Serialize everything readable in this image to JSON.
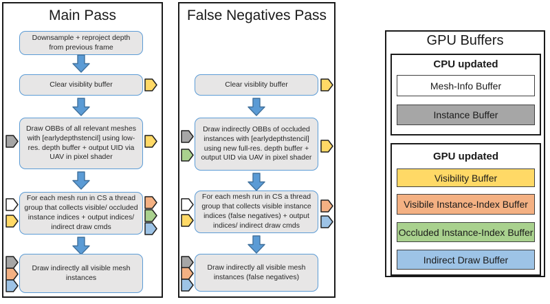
{
  "colors": {
    "yellow": "#FFD966",
    "orange": "#F4B183",
    "green": "#A9D18E",
    "blue": "#9DC3E6",
    "gray": "#A6A6A6",
    "white": "#FFFFFF",
    "arrow_fill": "#5B9BD5",
    "arrow_stroke": "#41719C",
    "box_fill": "#E7E6E6",
    "box_border": "#5B9BD5"
  },
  "main_pass": {
    "title": "Main Pass",
    "steps": [
      {
        "text": "Downsample + reproject depth from previous frame"
      },
      {
        "text": "Clear visiblity buffer"
      },
      {
        "text": "Draw OBBs of all relevant meshes with [earlydepthstencil] using low-res. depth buffer  + output UID  via UAV in pixel shader"
      },
      {
        "text": "For each mesh run in CS a thread group that collects visible/ occluded instance indices + output indices/ indirect draw cmds"
      },
      {
        "text": "Draw indirectly all visible mesh instances"
      }
    ]
  },
  "false_negatives_pass": {
    "title": "False Negatives Pass",
    "steps": [
      {
        "text": "Clear visiblity buffer"
      },
      {
        "text": "Draw indirectly OBBs of occluded instances with [earlydepthstencil] using new full-res. depth buffer  + output UID via UAV in pixel shader"
      },
      {
        "text": "For each mesh run in CS a thread group that collects visible instance indices (false negatives) + output indices/ indirect draw cmds"
      },
      {
        "text": "Draw indirectly all visible mesh instances (false negatives)"
      }
    ]
  },
  "gpu_buffers": {
    "title": "GPU Buffers",
    "cpu_group": {
      "title": "CPU updated",
      "buffers": [
        {
          "label": "Mesh-Info Buffer",
          "color": "white"
        },
        {
          "label": "Instance Buffer",
          "color": "gray"
        }
      ]
    },
    "gpu_group": {
      "title": "GPU updated",
      "buffers": [
        {
          "label": "Visibility Buffer",
          "color": "yellow"
        },
        {
          "label": "Visibile Instance-Index Buffer",
          "color": "orange"
        },
        {
          "label": "Occluded Instance-Index Buffer",
          "color": "green"
        },
        {
          "label": "Indirect Draw Buffer",
          "color": "blue"
        }
      ]
    }
  }
}
